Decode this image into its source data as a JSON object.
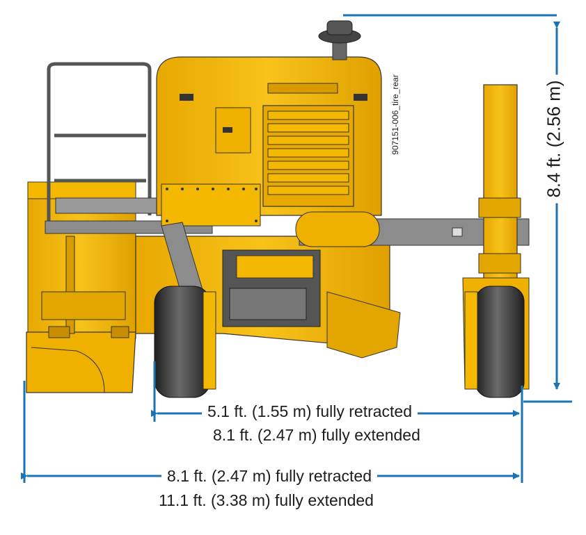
{
  "image_id_label": "907151-006_tire_rear",
  "dimensions": {
    "height": "8.4 ft. (2.56 m)",
    "wheel_track_retracted": "5.1 ft. (1.55 m) fully retracted",
    "wheel_track_extended": "8.1 ft. (2.47 m) fully extended",
    "overall_width_retracted": "8.1 ft. (2.47 m) fully retracted",
    "overall_width_extended": "11.1 ft. (3.38 m) fully extended"
  },
  "colors": {
    "machine_yellow": "#f5b800",
    "machine_yellow_shade": "#d99a00",
    "dimension_blue": "#1a73b5",
    "steel_gray": "#8c8c8c",
    "tire_black": "#2a2a2a"
  }
}
